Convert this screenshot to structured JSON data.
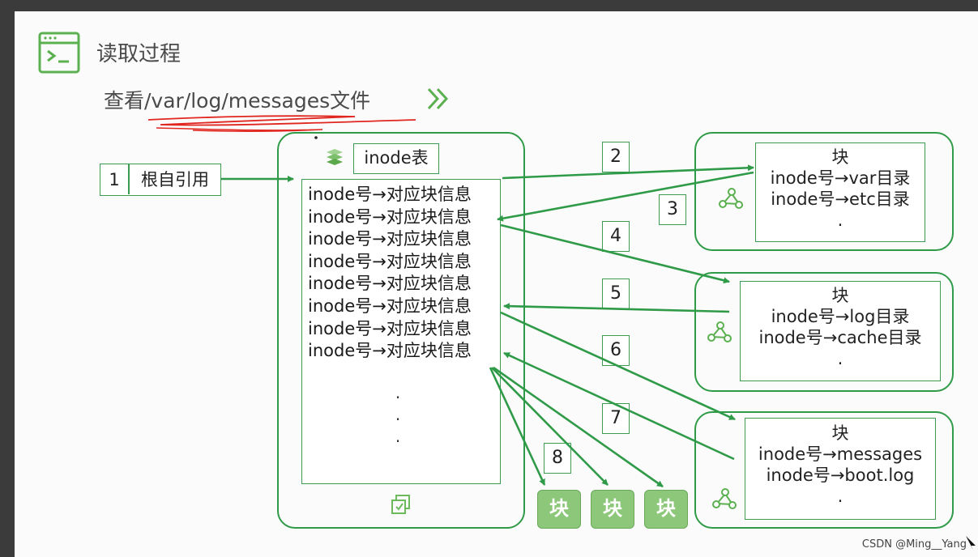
{
  "slide_title": "读取过程",
  "subtitle": "查看/var/log/messages文件",
  "root_ref": {
    "number": "1",
    "label": "根自引用"
  },
  "inode_table": {
    "header": "inode表",
    "rows": [
      "inode号→对应块信息",
      "inode号→对应块信息",
      "inode号→对应块信息",
      "inode号→对应块信息",
      "inode号→对应块信息",
      "inode号→对应块信息",
      "inode号→对应块信息",
      "inode号→对应块信息"
    ],
    "ellipsis": [
      "·",
      "·",
      "·"
    ]
  },
  "steps": [
    "2",
    "3",
    "4",
    "5",
    "6",
    "7",
    "8"
  ],
  "block1": {
    "title": "块",
    "lines": [
      "inode号→var目录",
      "inode号→etc目录"
    ],
    "ellipsis": "."
  },
  "block2": {
    "title": "块",
    "lines": [
      "inode号→log目录",
      "inode号→cache目录"
    ],
    "ellipsis": "."
  },
  "block3": {
    "title": "块",
    "lines": [
      "inode号→messages",
      "inode号→boot.log"
    ],
    "ellipsis": "."
  },
  "data_blocks": [
    "块",
    "块",
    "块"
  ],
  "watermark": "CSDN @Ming__Yang",
  "colors": {
    "accent_green": "#2f9a47",
    "block_fill": "#8cc77a",
    "annotation_red": "#e0261f"
  }
}
